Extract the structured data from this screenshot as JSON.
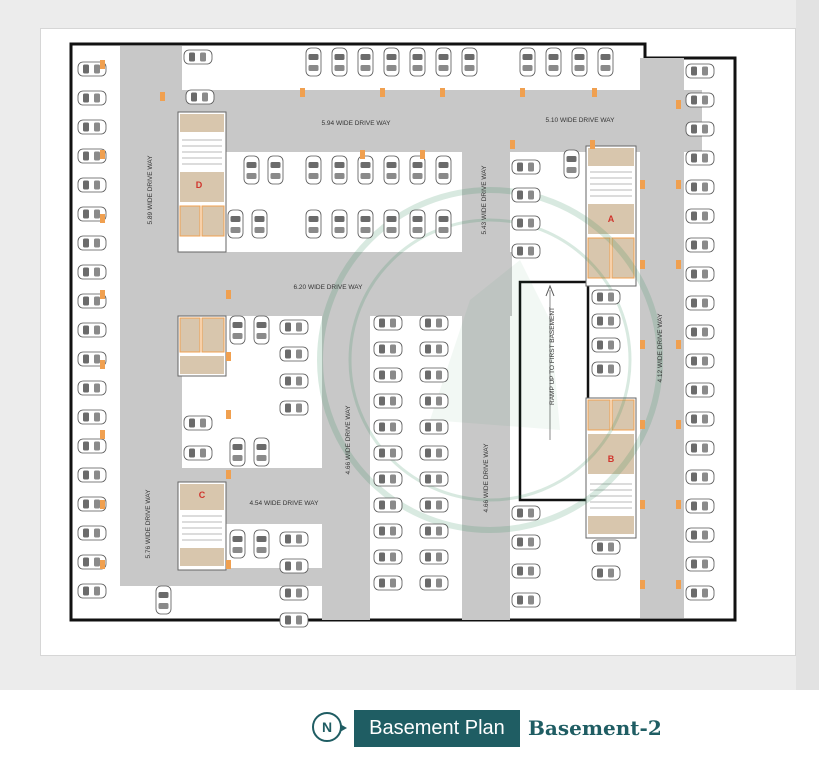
{
  "plan": {
    "driveways": [
      {
        "id": "dw-1",
        "label": "5.94  WIDE  DRIVE WAY"
      },
      {
        "id": "dw-2",
        "label": "5.10  WIDE  DRIVE WAY"
      },
      {
        "id": "dw-3",
        "label": "5.89  WIDE  DRIVE WAY"
      },
      {
        "id": "dw-4",
        "label": "5.43  WIDE  DRIVE WAY"
      },
      {
        "id": "dw-5",
        "label": "6.20  WIDE  DRIVE WAY"
      },
      {
        "id": "dw-6",
        "label": "4.12  WIDE  DRIVE WAY"
      },
      {
        "id": "dw-7",
        "label": "4.66  WIDE  DRIVE WAY"
      },
      {
        "id": "dw-8",
        "label": "4.66  WIDE  DRIVE WAY"
      },
      {
        "id": "dw-9",
        "label": "4.54  WIDE  DRIVE WAY"
      },
      {
        "id": "dw-10",
        "label": "5.76  WIDE  DRIVE WAY"
      }
    ],
    "ramp_label": "RAMP UP TO FIRST BASEMENT",
    "cores": [
      "A",
      "B",
      "C",
      "D"
    ]
  },
  "footer": {
    "north_symbol": "N",
    "plan_title": "Basement Plan",
    "basement_name": "Basement-2"
  },
  "colors": {
    "driveway": "#c8c8c8",
    "wall": "#111111",
    "brand_teal": "#1f5d63",
    "column": "#f0a050",
    "core": "#d8c6ad",
    "watermark": "#2e8b57"
  }
}
